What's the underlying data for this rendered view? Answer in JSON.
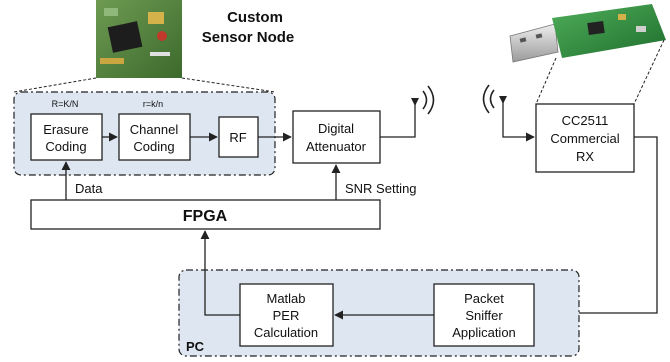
{
  "node": {
    "title_line1": "Custom",
    "title_line2": "Sensor Node"
  },
  "blocks": {
    "erasure": {
      "line1": "Erasure",
      "line2": "Coding",
      "rate_label": "R=K/N"
    },
    "channel": {
      "line1": "Channel",
      "line2": "Coding",
      "rate_label": "r=k/n"
    },
    "rf": {
      "label": "RF"
    },
    "attenuator": {
      "line1": "Digital",
      "line2": "Attenuator"
    },
    "fpga": {
      "label": "FPGA"
    },
    "receiver": {
      "line1": "CC2511",
      "line2": "Commercial",
      "line3": "RX"
    },
    "sniffer": {
      "line1": "Packet",
      "line2": "Sniffer",
      "line3": "Application"
    },
    "matlab": {
      "line1": "Matlab",
      "line2": "PER",
      "line3": "Calculation"
    },
    "pc": {
      "label": "PC"
    }
  },
  "signals": {
    "data": "Data",
    "snr": "SNR Setting"
  },
  "colors": {
    "group_fill": "#dde6f1",
    "box_stroke": "#222222",
    "pcb_green": "#4f7d3a",
    "usb_silver": "#c8c8c8",
    "dongle_green": "#2f8f3e"
  }
}
